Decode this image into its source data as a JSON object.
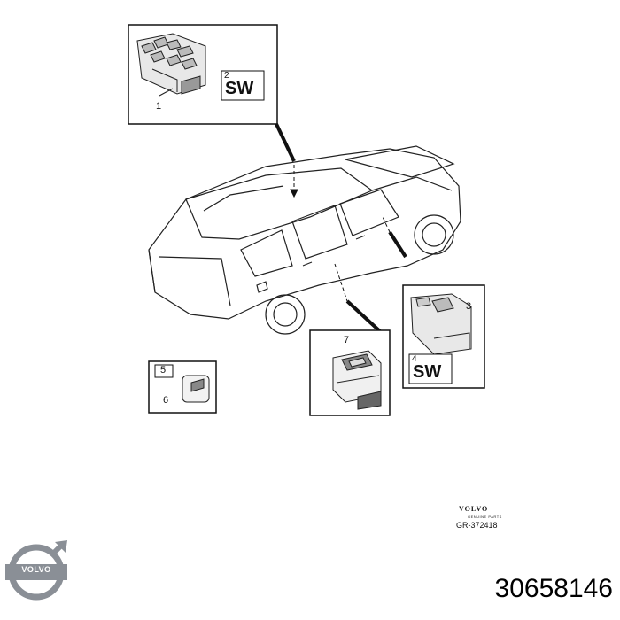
{
  "callouts": {
    "c1": "1",
    "c2": "2",
    "c3": "3",
    "c4": "4",
    "c5": "5",
    "c6": "6",
    "c7": "7"
  },
  "sw_label": "SW",
  "brand_block": {
    "name": "VOLVO",
    "sub": "GENUINE PARTS",
    "ref": "GR-372418"
  },
  "logo": {
    "text": "VOLVO",
    "icon": "volvo-logo-icon",
    "color": "#8a8f96"
  },
  "part_number": "30658146"
}
